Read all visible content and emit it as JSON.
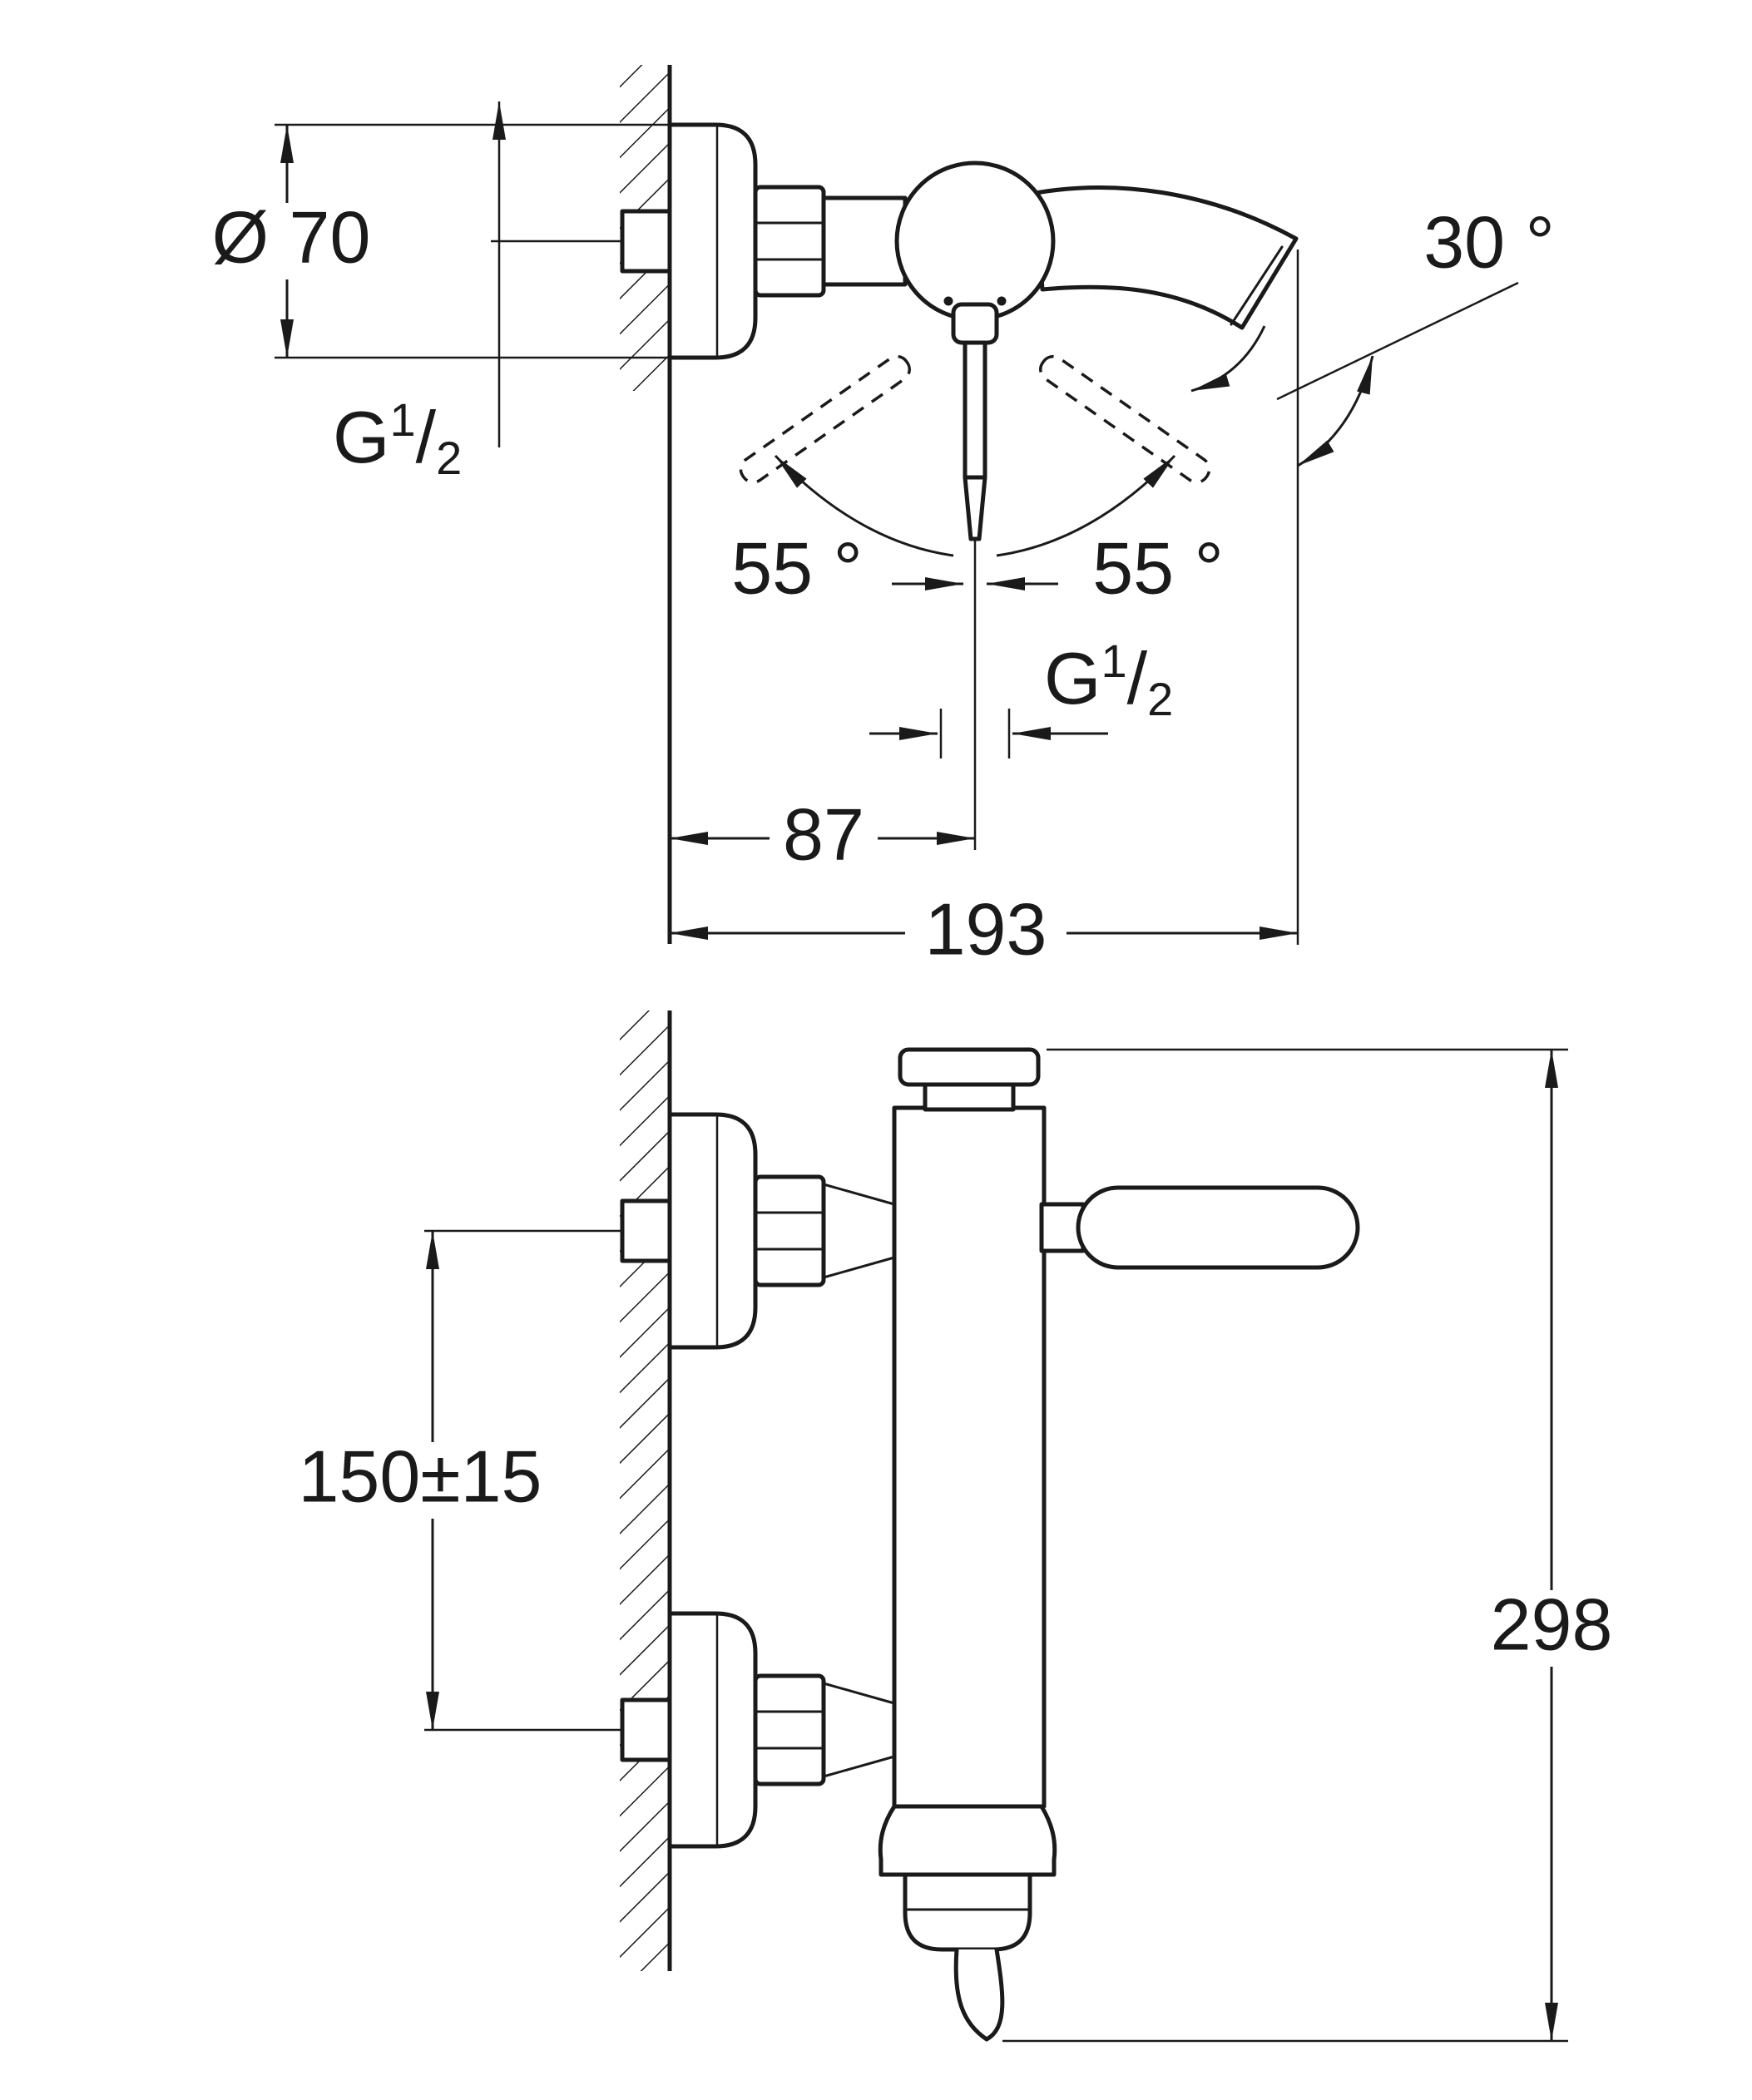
{
  "diagram": {
    "type": "technical-dimension-drawing",
    "background": "#ffffff",
    "line_color": "#1a1a1a",
    "top_view": {
      "dia_label": "Ø 70",
      "thread_inlet": {
        "g": "G",
        "num": "1",
        "slash": "/",
        "den": "2"
      },
      "angle_left": "55 °",
      "angle_right": "55 °",
      "angle_spout": "30 °",
      "thread_outlet": {
        "g": "G",
        "num": "1",
        "slash": "/",
        "den": "2"
      },
      "dim_wall_to_center": "87",
      "dim_wall_to_spout": "193"
    },
    "front_view": {
      "dim_inlet_spacing": "150±15",
      "dim_total_height": "298"
    }
  }
}
